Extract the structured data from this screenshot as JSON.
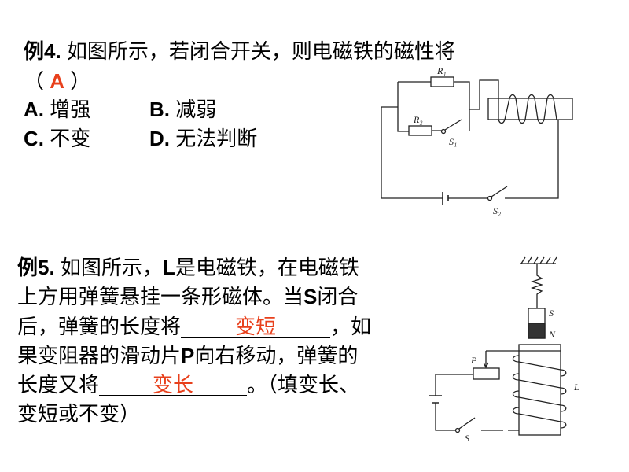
{
  "q4": {
    "label": "例4.",
    "stem": " 如图所示，若闭合开关，则电磁铁的磁性将",
    "paren_open": "（ ",
    "answer": "A",
    "paren_close": " ）",
    "options": [
      {
        "letter": "A.",
        "text": " 增强"
      },
      {
        "letter": "B.",
        "text": " 减弱"
      },
      {
        "letter": "C.",
        "text": " 不变"
      },
      {
        "letter": "D.",
        "text": " 无法判断"
      }
    ],
    "diagram_labels": {
      "r1": "R₁",
      "r2": "R₂",
      "s1": "S₁",
      "s2": "S₂"
    }
  },
  "q5": {
    "label": "例5.",
    "line1_a": " 如图所示，",
    "line1_L": "L",
    "line1_b": "是电磁铁，在电磁铁",
    "line2_a": "上方用弹簧悬挂一条形磁体。当",
    "line2_S": "S",
    "line2_b": "闭合",
    "line3_a": "后，弹簧的长度将",
    "answer1": "变短",
    "line3_b": "，如",
    "line4_a": "果变阻器的滑动片",
    "line4_P": "P",
    "line4_b": "向右移动，弹簧的",
    "line5_a": "长度又将",
    "answer2": "变长",
    "line5_b": "。（填变长、",
    "line6": "变短或不变）",
    "diagram_labels": {
      "s_pole": "S",
      "n_pole": "N",
      "p": "P",
      "l": "L",
      "switch": "S"
    }
  }
}
